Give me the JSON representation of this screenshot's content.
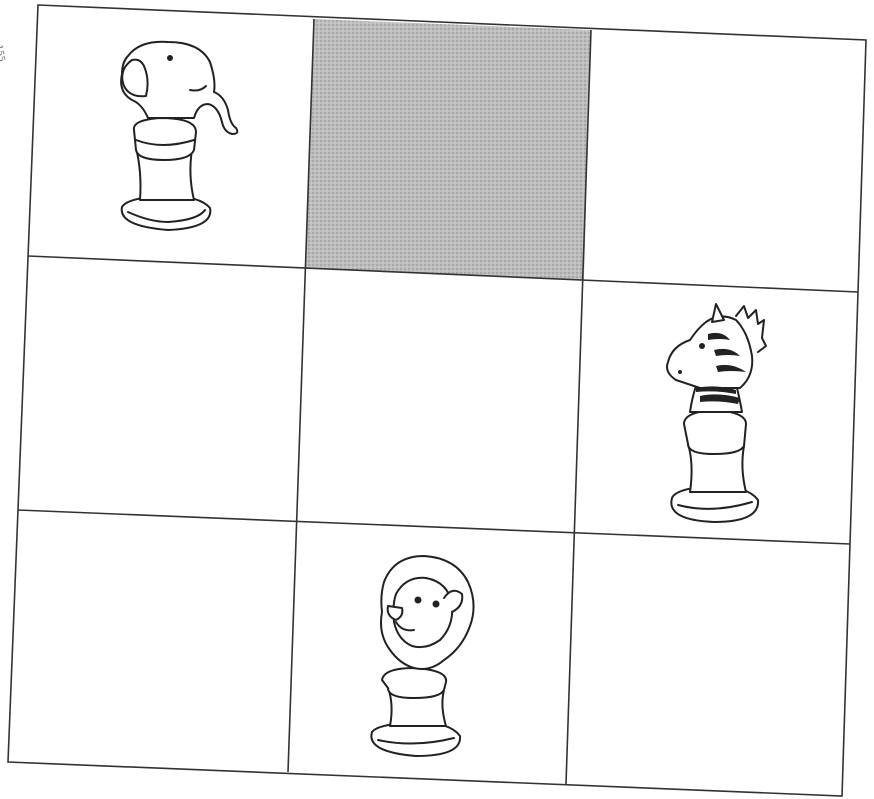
{
  "page_number": "155",
  "board": {
    "rows": 3,
    "cols": 3,
    "shaded_cell": {
      "row": 0,
      "col": 1
    },
    "pieces": [
      {
        "animal": "elephant",
        "icon": "elephant-piece-icon",
        "row": 0,
        "col": 0
      },
      {
        "animal": "zebra",
        "icon": "zebra-piece-icon",
        "row": 1,
        "col": 2
      },
      {
        "animal": "lion",
        "icon": "lion-piece-icon",
        "row": 2,
        "col": 1
      }
    ]
  },
  "colors": {
    "grid_line": "#333333",
    "shade": "#c8c8c8",
    "piece_outline": "#222222"
  }
}
